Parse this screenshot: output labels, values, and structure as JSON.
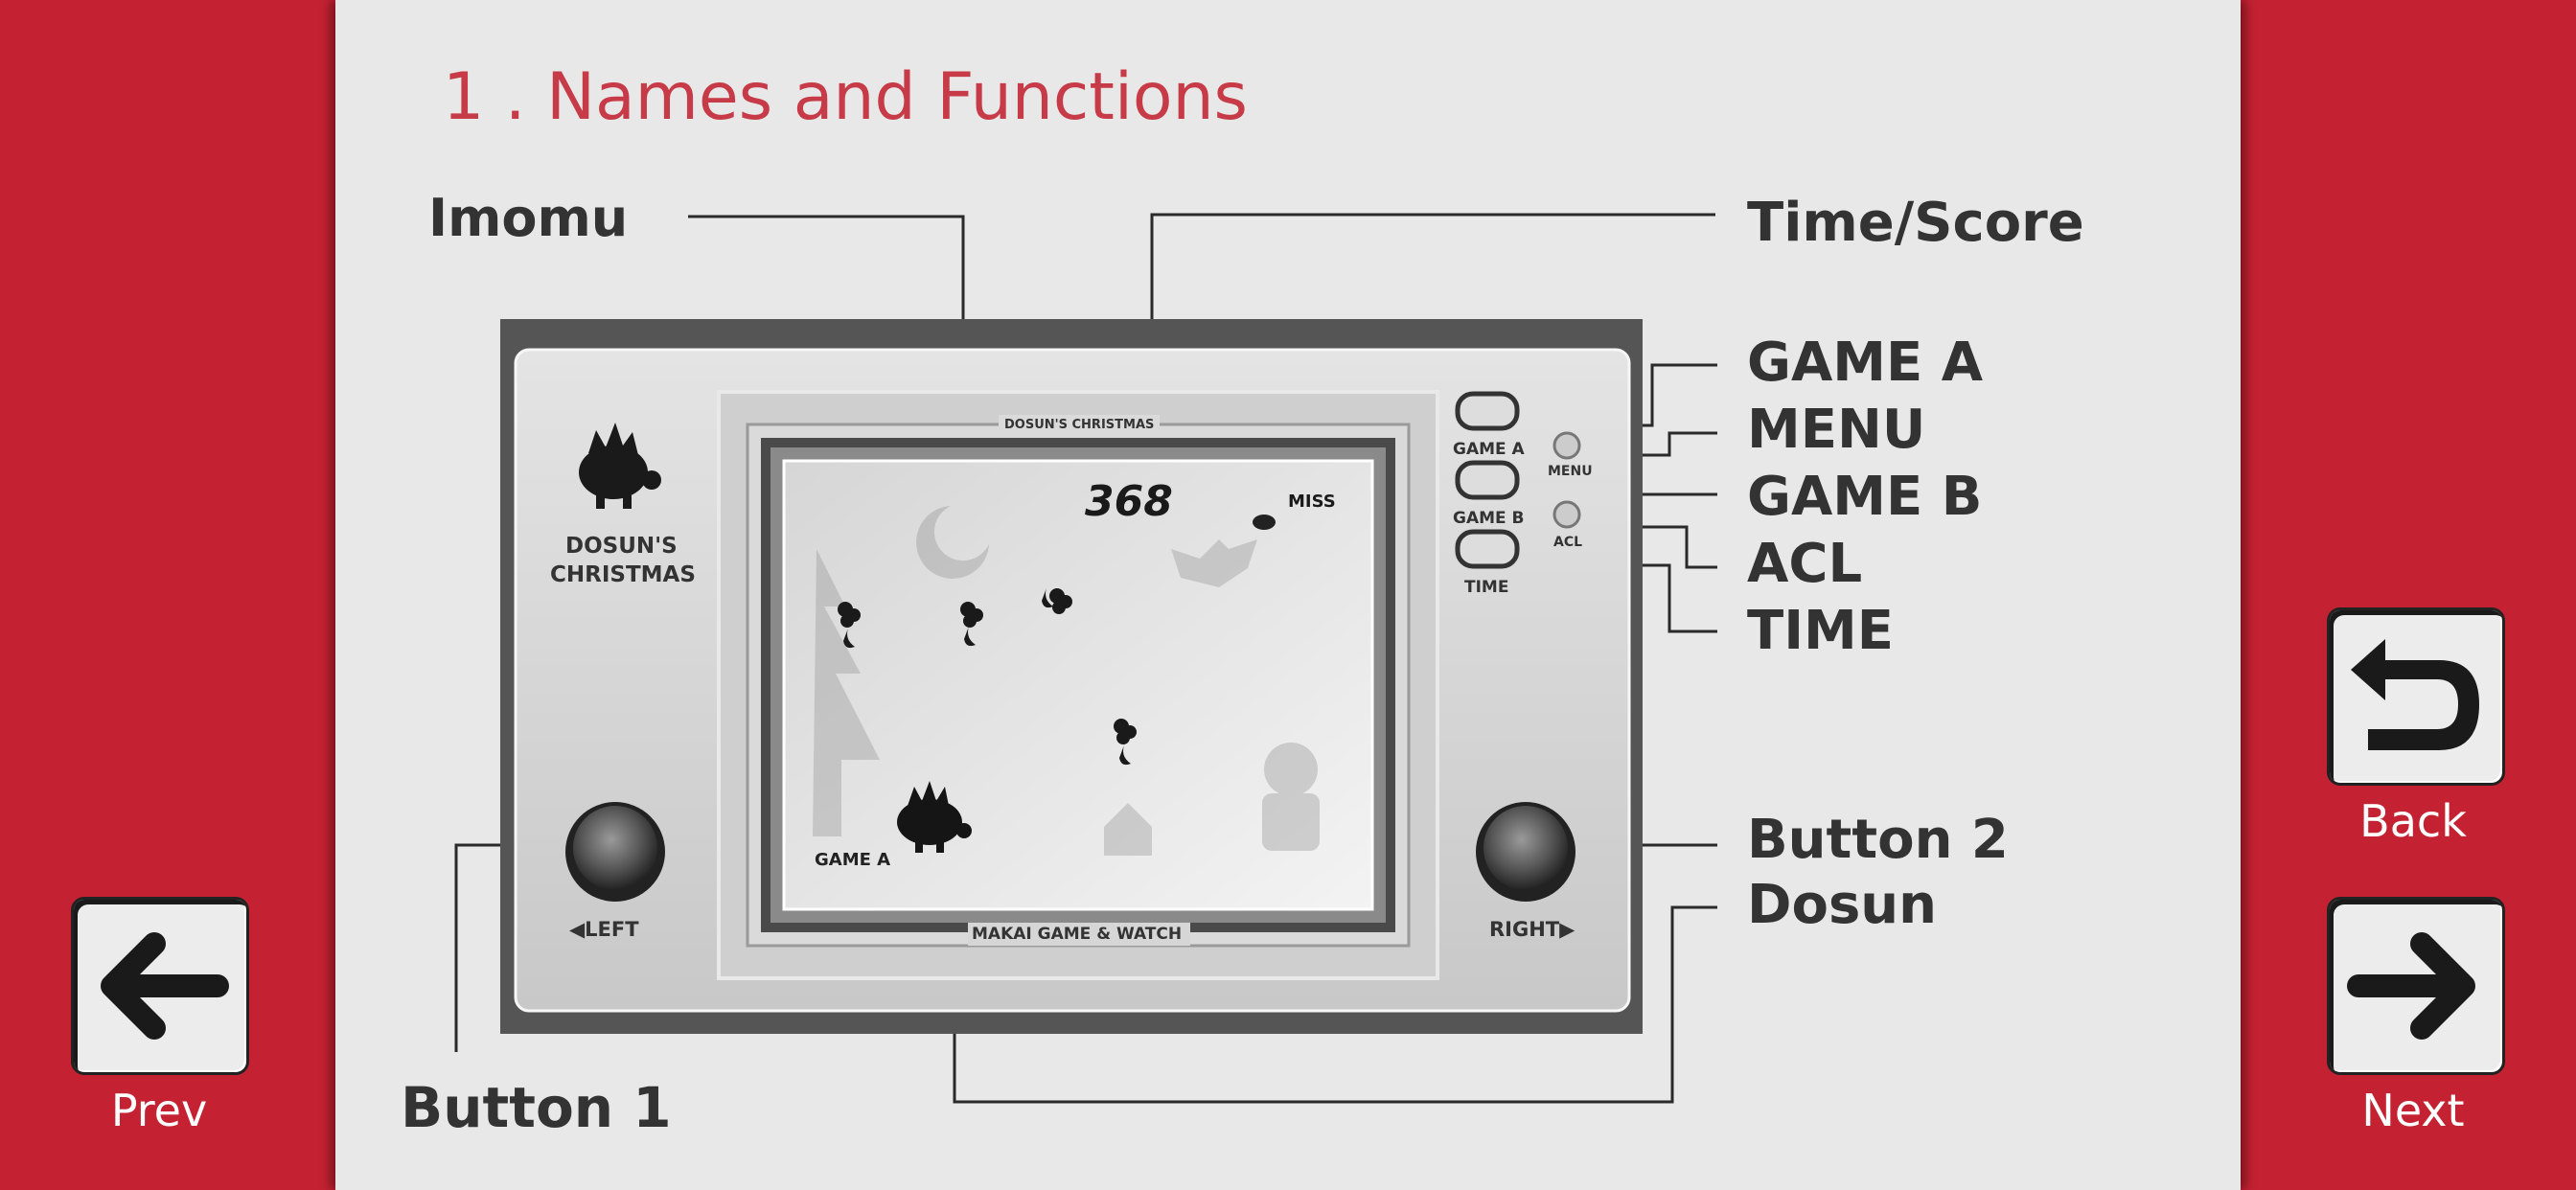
{
  "page": {
    "title": "1 . Names and Functions"
  },
  "labels": {
    "imomu": "Imomu",
    "time_score": "Time/Score",
    "game_a": "GAME A",
    "menu": "MENU",
    "game_b": "GAME B",
    "acl": "ACL",
    "time": "TIME",
    "button2": "Button 2",
    "dosun": "Dosun",
    "button1": "Button 1"
  },
  "device": {
    "brand_line1": "DOSUN'S",
    "brand_line2": "CHRISTMAS",
    "screen_top": "DOSUN'S CHRISTMAS",
    "screen_bottom": "MAKAI GAME & WATCH",
    "score": "368",
    "miss": "MISS",
    "mode": "GAME A",
    "left_btn": "◀LEFT",
    "right_btn": "RIGHT▶",
    "btn_game_a": "GAME A",
    "btn_menu": "MENU",
    "btn_game_b": "GAME B",
    "btn_acl": "ACL",
    "btn_time": "TIME"
  },
  "nav": {
    "back": "Back",
    "prev": "Prev",
    "next": "Next"
  },
  "colors": {
    "background_red": "#c42232",
    "panel": "#e8e8e8",
    "title": "#c73a47"
  }
}
